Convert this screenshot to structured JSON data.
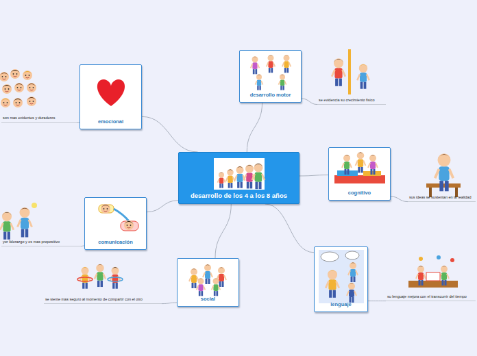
{
  "diagram": {
    "nodes": [
      {
        "text": [
          "desarrollo de los 4 a los 8 años"
        ]
      },
      {
        "text": [
          "desarrollo motor"
        ]
      },
      {
        "text": [
          "se evidencia su crecimiento fisico"
        ]
      },
      {
        "text": [
          "emocional"
        ]
      },
      {
        "text": [
          "son mas evidentes y duraderos"
        ]
      },
      {
        "text": [
          "cognitivo"
        ]
      },
      {
        "text": [
          "sus ideas se sustentan en la realidad"
        ]
      },
      {
        "text": [
          "comunicación"
        ]
      },
      {
        "text": [
          "yor liderazgo y es mas propositivo"
        ]
      },
      {
        "text": [
          "lenguaje"
        ]
      },
      {
        "text": [
          "su lenguaje mejora con el transcurrir del tiempo"
        ]
      },
      {
        "text": [
          "social"
        ]
      },
      {
        "text": [
          "se siente mas seguro al momento de compartir con el otro"
        ]
      }
    ],
    "edges": [
      {
        "from": 0,
        "to": 1,
        "arrow": "none"
      },
      {
        "from": 1,
        "to": 2,
        "arrow": "none"
      },
      {
        "from": 0,
        "to": 3,
        "arrow": "none"
      },
      {
        "from": 3,
        "to": 4,
        "arrow": "none"
      },
      {
        "from": 0,
        "to": 5,
        "arrow": "none"
      },
      {
        "from": 5,
        "to": 6,
        "arrow": "none"
      },
      {
        "from": 0,
        "to": 7,
        "arrow": "none"
      },
      {
        "from": 7,
        "to": 8,
        "arrow": "none"
      },
      {
        "from": 0,
        "to": 9,
        "arrow": "none"
      },
      {
        "from": 9,
        "to": 10,
        "arrow": "none"
      },
      {
        "from": 0,
        "to": 11,
        "arrow": "none"
      },
      {
        "from": 11,
        "to": 12,
        "arrow": "none"
      }
    ]
  }
}
